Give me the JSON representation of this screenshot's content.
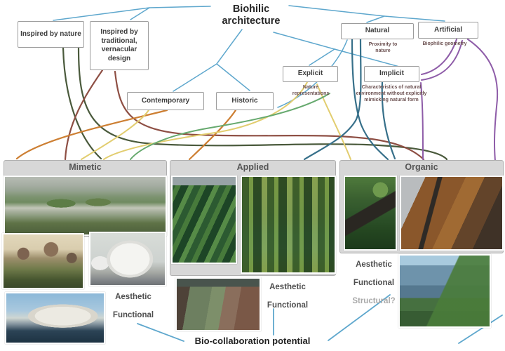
{
  "title": {
    "text": "Biohilic architecture"
  },
  "concept_map": {
    "boxes": [
      {
        "id": "inspired-nature",
        "label": "Inspired by nature"
      },
      {
        "id": "inspired-traditional",
        "label": "Inspired by traditional, vernacular design"
      },
      {
        "id": "natural",
        "label": "Natural"
      },
      {
        "id": "artificial",
        "label": "Artificial"
      },
      {
        "id": "explicit",
        "label": "Explicit"
      },
      {
        "id": "implicit",
        "label": "Implicit"
      },
      {
        "id": "contemporary",
        "label": "Contemporary"
      },
      {
        "id": "historic",
        "label": "Historic"
      }
    ],
    "captions": [
      {
        "for": "natural",
        "text": "Proximity to nature"
      },
      {
        "for": "artificial",
        "text": "Biophilic geometry"
      },
      {
        "for": "explicit",
        "text": "Nature representations"
      },
      {
        "for": "implicit",
        "text": "Characteristics of natural environment without explicitly mimicking natural form"
      }
    ]
  },
  "sections": [
    {
      "name": "Mimetic",
      "labels": [
        "Aesthetic",
        "Functional"
      ]
    },
    {
      "name": "Applied",
      "labels": [
        "Aesthetic",
        "Functional"
      ]
    },
    {
      "name": "Organic",
      "labels": [
        "Aesthetic",
        "Functional",
        "Structural?"
      ]
    }
  ],
  "footer": {
    "label": "Bio-collaboration potential"
  },
  "colors": {
    "connector_blue": "#5ea7cd",
    "dark_green": "#4a5a3c",
    "maroon": "#8e4f44",
    "orange": "#cd7f33",
    "yellow": "#e2cd6f",
    "light_green": "#66a96e",
    "teal": "#37708a",
    "purple": "#8e5ca8"
  }
}
